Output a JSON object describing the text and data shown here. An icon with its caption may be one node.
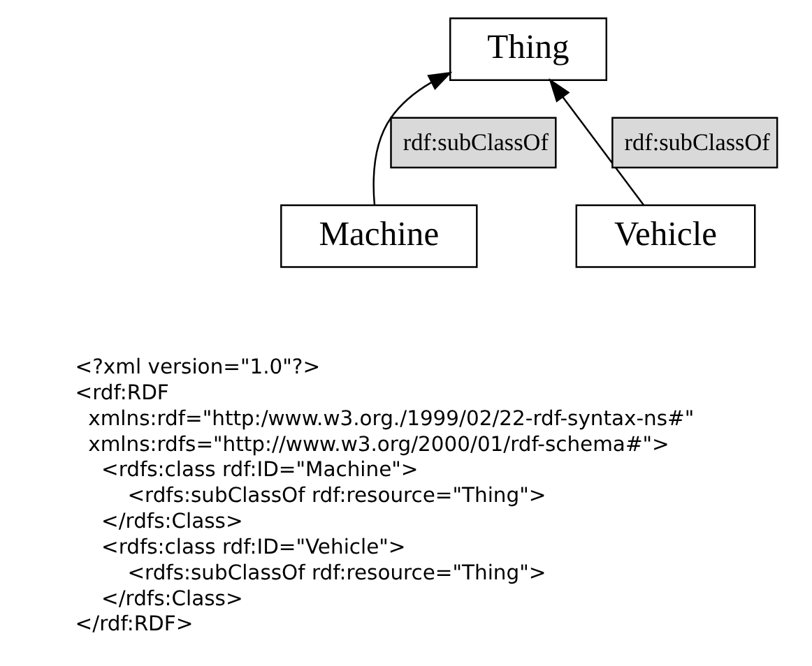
{
  "diagram": {
    "nodes": [
      {
        "text": [
          "Thing"
        ]
      },
      {
        "text": [
          "Machine"
        ]
      },
      {
        "text": [
          "Vehicle"
        ]
      }
    ],
    "edges": [
      {
        "from": 1,
        "to": 0,
        "arrow": "to",
        "label": "rdf:subClassOf"
      },
      {
        "from": 2,
        "to": 0,
        "arrow": "to",
        "label": "rdf:subClassOf"
      }
    ],
    "labels": [
      "<?xml version=\"1.0\"?>",
      "<rdf:RDF",
      "xmlns:rdf=\"http:/www.w3.org./1999/02/22-rdf-syntax-ns#\"",
      "xmlns:rdfs=\"http://www.w3.org/2000/01/rdf-schema#\">",
      "<rdfs:class rdf:ID=\"Machine\">",
      "<rdfs:subClassOf rdf:resource=\"Thing\">",
      "</rdfs:Class>",
      "<rdfs:class rdf:ID=\"Vehicle\">",
      "<rdfs:subClassOf rdf:resource=\"Thing\">",
      "</rdfs:Class>",
      "</rdf:RDF>"
    ]
  }
}
